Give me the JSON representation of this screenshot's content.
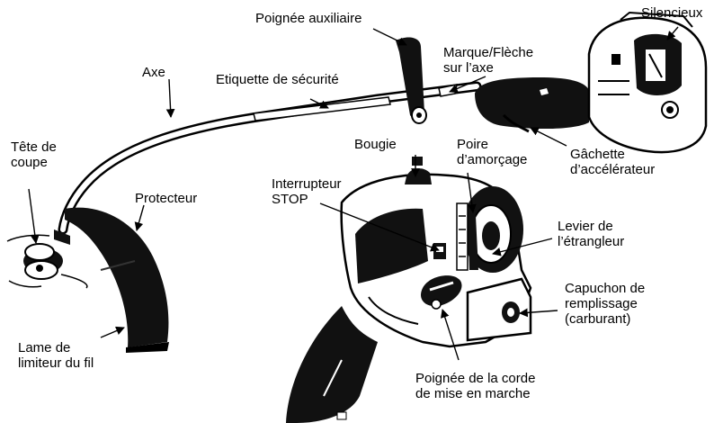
{
  "diagram": {
    "colors": {
      "ink": "#000000",
      "paper": "#ffffff",
      "shade": "#d8d8d8"
    },
    "labels": {
      "poignee_auxiliaire": "Poignée auxiliaire",
      "silencieux": "Silencieux",
      "axe": "Axe",
      "marque_fleche": [
        "Marque/Flèche",
        "sur l’axe"
      ],
      "etiquette_securite": "Etiquette de sécurité",
      "tete_coupe": [
        "Tête de",
        "coupe"
      ],
      "bougie": "Bougie",
      "poire_amorcage": [
        "Poire",
        "d’amorçage"
      ],
      "gachette": [
        "Gâchette",
        "d’accélérateur"
      ],
      "interrupteur": [
        "Interrupteur",
        "STOP"
      ],
      "protecteur": "Protecteur",
      "levier_etrangleur": [
        "Levier de",
        "l’étrangleur"
      ],
      "capuchon": [
        "Capuchon de",
        "remplissage",
        "(carburant)"
      ],
      "lame_limiteur": [
        "Lame de",
        "limiteur du fil"
      ],
      "poignee_corde": [
        "Poignée de la corde",
        "de mise en marche"
      ]
    }
  }
}
